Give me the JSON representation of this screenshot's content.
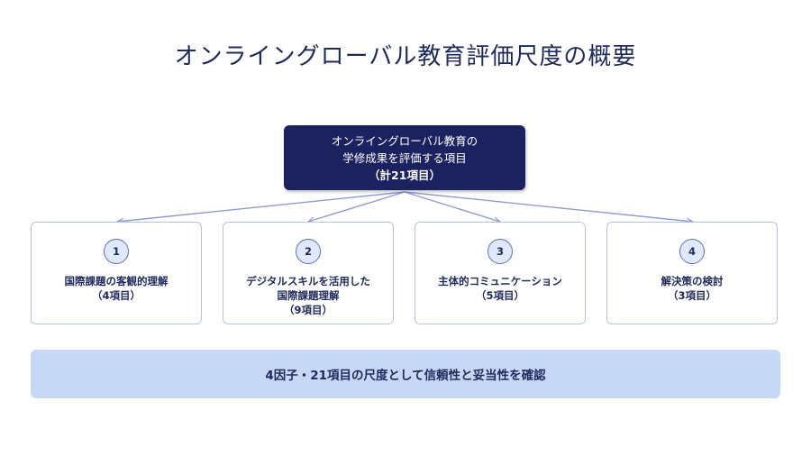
{
  "title": "オンライングローバル教育評価尺度の概要",
  "top_box": {
    "line1": "オンライングローバル教育の",
    "line2": "学修成果を評価する項目",
    "line3": "（計21項目）"
  },
  "cards": [
    {
      "number": "1",
      "lines": [
        "国際課題の客観的理解",
        "（4項目）"
      ]
    },
    {
      "number": "2",
      "lines": [
        "デジタルスキルを活用した",
        "国際課題理解",
        "（9項目）"
      ]
    },
    {
      "number": "3",
      "lines": [
        "主体的コミュニケーション",
        "（5項目）"
      ]
    },
    {
      "number": "4",
      "lines": [
        "解決策の検討",
        "（3項目）"
      ]
    }
  ],
  "summary": "4因子・21項目の尺度として信頼性と妥当性を確認",
  "colors": {
    "title": "#1f2a5c",
    "top_box_bg": "#1c2260",
    "card_border": "#b7c2e6",
    "connector": "#8c9bd4",
    "summary_bg": "#c7d8f6"
  }
}
